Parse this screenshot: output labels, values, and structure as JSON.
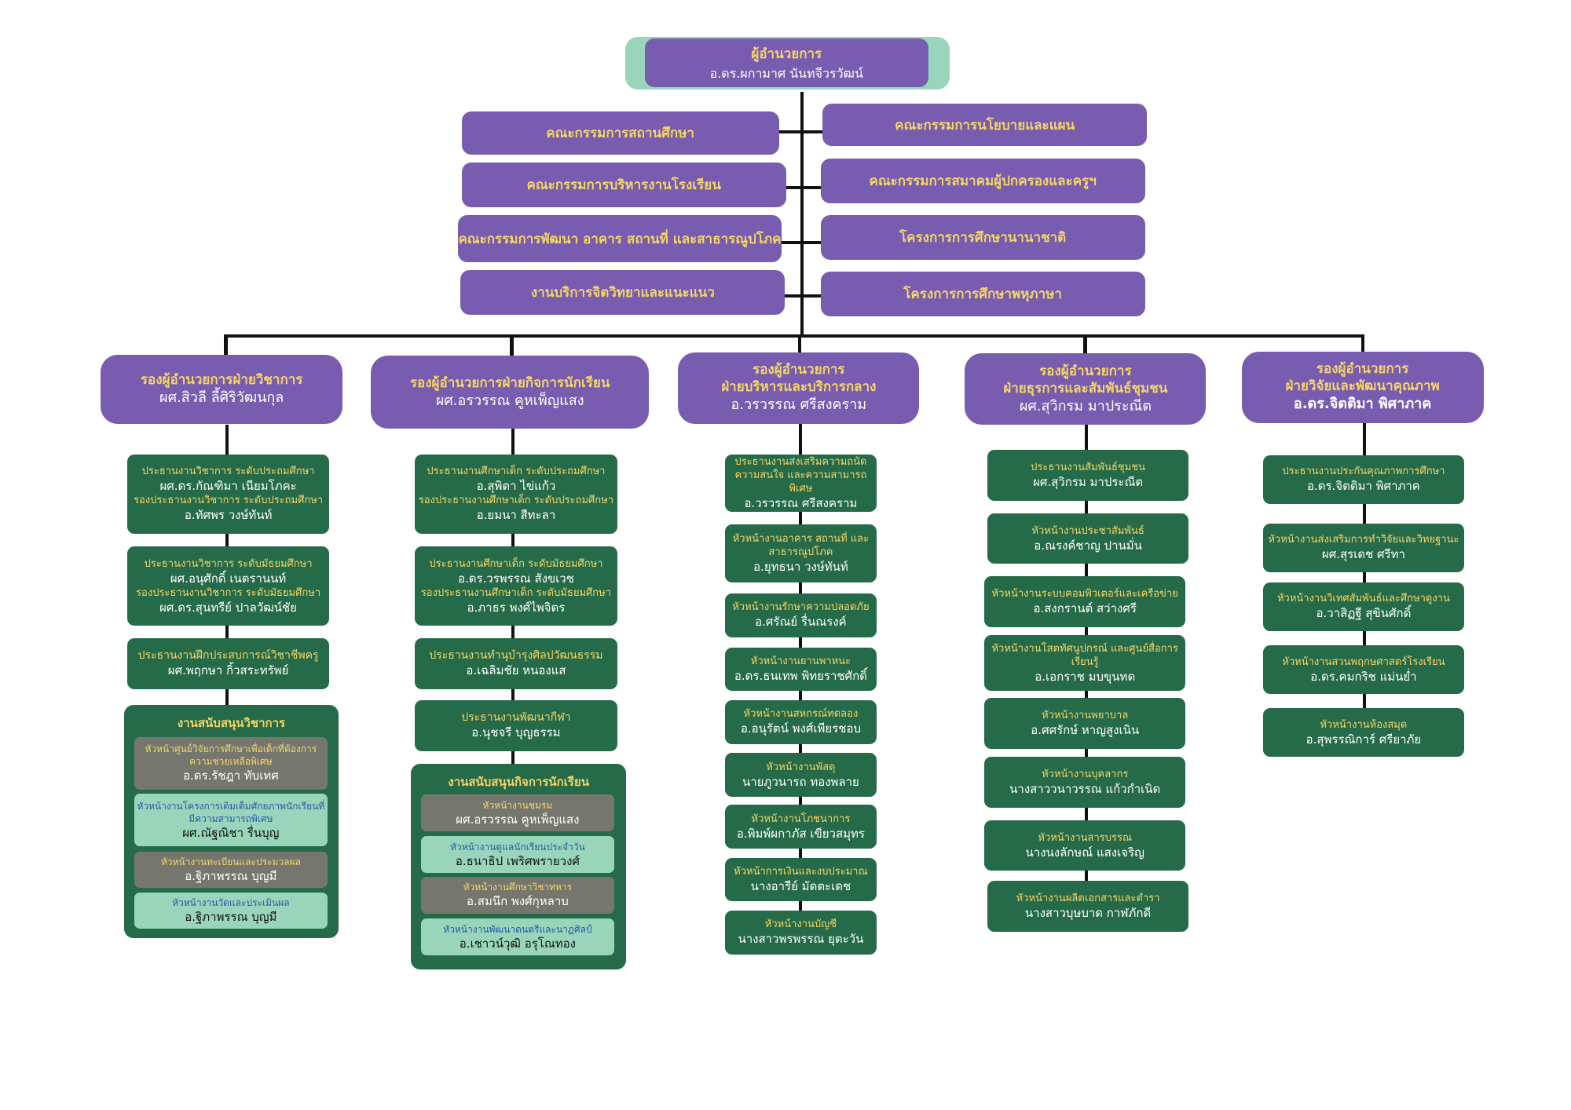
{
  "director": {
    "title": "ผู้อำนวยการ",
    "name": "อ.ดร.ผกามาศ นันทจีวรวัฒน์"
  },
  "committees_left": [
    "คณะกรรมการสถานศึกษา",
    "คณะกรรมการบริหารงานโรงเรียน",
    "คณะกรรมการพัฒนา อาคาร สถานที่ และสาธารณูปโภค",
    "งานบริการจิตวิทยาและแนะแนว"
  ],
  "committees_right": [
    "คณะกรรมการนโยบายและแผน",
    "คณะกรรมการสมาคมผู้ปกครองและครูฯ",
    "โครงการการศึกษานานาชาติ",
    "โครงการการศึกษาพหุภาษา"
  ],
  "divisions": [
    {
      "title": "รองผู้อำนวยการฝ่ายวิชาการ",
      "name": "ผศ.สิวลี ลี้ศิริวัฒนกุล",
      "units": [
        {
          "lines": [
            {
              "role": "ประธานงานวิชาการ ระดับประถมศึกษา",
              "person": "ผศ.ดร.กัณฑิมา เนียมโภคะ"
            },
            {
              "role": "รองประธานงานวิชาการ ระดับประถมศึกษา",
              "person": "อ.ทัศพร วงษ์ทันท์"
            }
          ]
        },
        {
          "lines": [
            {
              "role": "ประธานงานวิชาการ ระดับมัธยมศึกษา",
              "person": "ผศ.อนุศักดิ์ เนตรานนท์"
            },
            {
              "role": "รองประธานงานวิชาการ ระดับมัธยมศึกษา",
              "person": "ผศ.ดร.สุนทรีย์ ปาลวัฒน์ชัย"
            }
          ]
        },
        {
          "lines": [
            {
              "role": "ประธานงานฝึกประสบการณ์วิชาชีพครู",
              "person": "ผศ.พฤกษา กิ้วสระทรัพย์"
            }
          ]
        }
      ],
      "support": {
        "title": "งานสนับสนุนวิชาการ",
        "items": [
          {
            "style": "gray",
            "role": "หัวหน้าศูนย์วิจัยการศึกษาเพื่อเด็กที่ต้องการความช่วยเหลือพิเศษ",
            "person": "อ.ดร.รัชฎา ทับเทศ"
          },
          {
            "style": "mint",
            "role": "หัวหน้างานโครงการเติมเต็มศักยภาพนักเรียนที่มีความสามารถพิเศษ",
            "person": "ผศ.ณัฐณิชา รื่นบุญ"
          },
          {
            "style": "gray",
            "role": "หัวหน้างานทะเบียนและประมวลผล",
            "person": "อ.ฐิภาพรรณ บุญมี"
          },
          {
            "style": "mint",
            "role": "หัวหน้างานวัดและประเมินผล",
            "person": "อ.ฐิภาพรรณ บุญมี"
          }
        ]
      }
    },
    {
      "title": "รองผู้อำนวยการฝ่ายกิจการนักเรียน",
      "name": "ผศ.อรวรรณ คูหเพ็ญแสง",
      "units": [
        {
          "lines": [
            {
              "role": "ประธานงานศึกษาเด็ก ระดับประถมศึกษา",
              "person": "อ.สุพิตา ไข่แก้ว"
            },
            {
              "role": "รองประธานงานศึกษาเด็ก ระดับประถมศึกษา",
              "person": "อ.ยมนา สีทะลา"
            }
          ]
        },
        {
          "lines": [
            {
              "role": "ประธานงานศึกษาเด็ก ระดับมัธยมศึกษา",
              "person": "อ.ดร.วรพรรณ สังขเวช"
            },
            {
              "role": "รองประธานงานศึกษาเด็ก ระดับมัธยมศึกษา",
              "person": "อ.ภาธร พงศ์ไพจิตร"
            }
          ]
        },
        {
          "lines": [
            {
              "role": "ประธานงานทำนุบำรุงศิลปวัฒนธรรม",
              "person": "อ.เฉลิมชัย หนองแส"
            }
          ]
        },
        {
          "lines": [
            {
              "role": "ประธานงานพัฒนากีฬา",
              "person": "อ.นุชจรี บุญธรรม"
            }
          ]
        }
      ],
      "support": {
        "title": "งานสนับสนุนกิจการนักเรียน",
        "items": [
          {
            "style": "gray",
            "role": "หัวหน้างานชมรม",
            "person": "ผศ.อรวรรณ คูหเพ็ญแสง"
          },
          {
            "style": "mint",
            "role": "หัวหน้างานดูแลนักเรียนประจำวัน",
            "person": "อ.ธนาธิป เพริศพราย​วงศ์"
          },
          {
            "style": "gray",
            "role": "หัวหน้างานศึกษาวิชาทหาร",
            "person": "อ.สมนึก พงศ์กุหลาบ"
          },
          {
            "style": "mint",
            "role": "หัวหน้างานพัฒนาดนตรีและนาฏศิลป์",
            "person": "อ.เชาวน์วุฒิ อรุโณทอง"
          }
        ]
      }
    },
    {
      "title": "รองผู้อำนวยการ",
      "title2": "ฝ่ายบริหารและบริการกลาง",
      "name": "อ.วรวรรณ ศรีสงคราม",
      "units": [
        {
          "lines": [
            {
              "role": "ประธานงานส่งเสริมความถนัด ความสนใจ และความสามารถพิเศษ",
              "person": "อ.วรวรรณ ศรีสงคราม"
            }
          ]
        },
        {
          "lines": [
            {
              "role": "หัวหน้างานอาคาร สถานที่ และสาธารณูปโภค",
              "person": "อ.ยุทธนา วงษ์ทันท์"
            }
          ]
        },
        {
          "lines": [
            {
              "role": "หัวหน้างานรักษาความปลอดภัย",
              "person": "อ.ศรัณย์ รื่นณรงค์"
            }
          ]
        },
        {
          "lines": [
            {
              "role": "หัวหน้างานยานพาหนะ",
              "person": "อ.ดร.ธนเทพ พิทยราชศักดิ์"
            }
          ]
        },
        {
          "lines": [
            {
              "role": "หัวหน้างานสหกรณ์ทดลอง",
              "person": "อ.อนุรัตน์ พงศ์เพียรชอบ"
            }
          ]
        },
        {
          "lines": [
            {
              "role": "หัวหน้างานพัสดุ",
              "person": "นายภูวนารถ ทองพลาย"
            }
          ]
        },
        {
          "lines": [
            {
              "role": "หัวหน้างานโภชนาการ",
              "person": "อ.พิมพ์ผกาภัส เขียวสมุทร"
            }
          ]
        },
        {
          "lines": [
            {
              "role": "หัวหน้าการเงินและงบประมาณ",
              "person": "นางอารีย์ มัดตะเดช"
            }
          ]
        },
        {
          "lines": [
            {
              "role": "หัวหน้างานบัญชี",
              "person": "นางสาวพรพรรณ ยุตะวัน"
            }
          ]
        }
      ]
    },
    {
      "title": "รองผู้อำนวยการ",
      "title2": "ฝ่ายธุรการและสัมพันธ์ชุมชน",
      "name": "ผศ.สุวิกรม มาประณีต",
      "units": [
        {
          "lines": [
            {
              "role": "ประธานงานสัมพันธ์ชุมชน",
              "person": "ผศ.สุวิกรม มาประณีต"
            }
          ]
        },
        {
          "lines": [
            {
              "role": "หัวหน้างานประชาสัมพันธ์",
              "person": "อ.ณรงค์ชาญ ปานมั่น"
            }
          ]
        },
        {
          "lines": [
            {
              "role": "หัวหน้างานระบบคอมพิวเตอร์และเครือข่าย",
              "person": "อ.สงกรานต์ สว่างศรี"
            }
          ]
        },
        {
          "lines": [
            {
              "role": "หัวหน้างานโสตทัศนูปกรณ์ และศูนย์สื่อการเรียนรู้",
              "person": "อ.เอกราช มบขุนทด"
            }
          ]
        },
        {
          "lines": [
            {
              "role": "หัวหน้างานพยาบาล",
              "person": "อ.ศศรักษ์ หาญสูงเนิน"
            }
          ]
        },
        {
          "lines": [
            {
              "role": "หัวหน้างานบุคลากร",
              "person": "นางสาววนาวรรณ แก้วกำเนิด"
            }
          ]
        },
        {
          "lines": [
            {
              "role": "หัวหน้างานสารบรรณ",
              "person": "นางนงลักษณ์ แสงเจริญ"
            }
          ]
        },
        {
          "lines": [
            {
              "role": "หัวหน้างานผลิตเอกสารและตำรา",
              "person": "นางสาวบุษบาด กาฬภักดี"
            }
          ]
        }
      ]
    },
    {
      "title": "รองผู้อำนวยการ",
      "title2": "ฝ่ายวิจัยและพัฒนาคุณภาพ",
      "name": "อ.ดร.จิตติมา พิศาภาค",
      "units": [
        {
          "lines": [
            {
              "role": "ประธานงานประกันคุณภาพการศึกษา",
              "person": "อ.ดร.จิตติมา พิศาภาค"
            }
          ]
        },
        {
          "lines": [
            {
              "role": "หัวหน้างานส่งเสริมการทำวิจัยและวิทยฐานะ",
              "person": "ผศ.สุรเดช ศรีทา"
            }
          ]
        },
        {
          "lines": [
            {
              "role": "หัวหน้างานวิเทศสัมพันธ์และศึกษาดูงาน",
              "person": "อ.วาสิฏฐี สุขินศักดิ์"
            }
          ]
        },
        {
          "lines": [
            {
              "role": "หัวหน้างานสวนพฤกษศาสตร์โรงเรียน",
              "person": "อ.ดร.คมกริช แม่นย่ำ"
            }
          ]
        },
        {
          "lines": [
            {
              "role": "หัวหน้างานห้องสมุด",
              "person": "อ.สุพรรณิการ์ ศรียาภัย"
            }
          ]
        }
      ]
    }
  ],
  "colors": {
    "purple": "#775CB0",
    "mint": "#98D5BB",
    "green": "#256B49",
    "gray": "#75776F",
    "yellow": "#F6D466"
  }
}
